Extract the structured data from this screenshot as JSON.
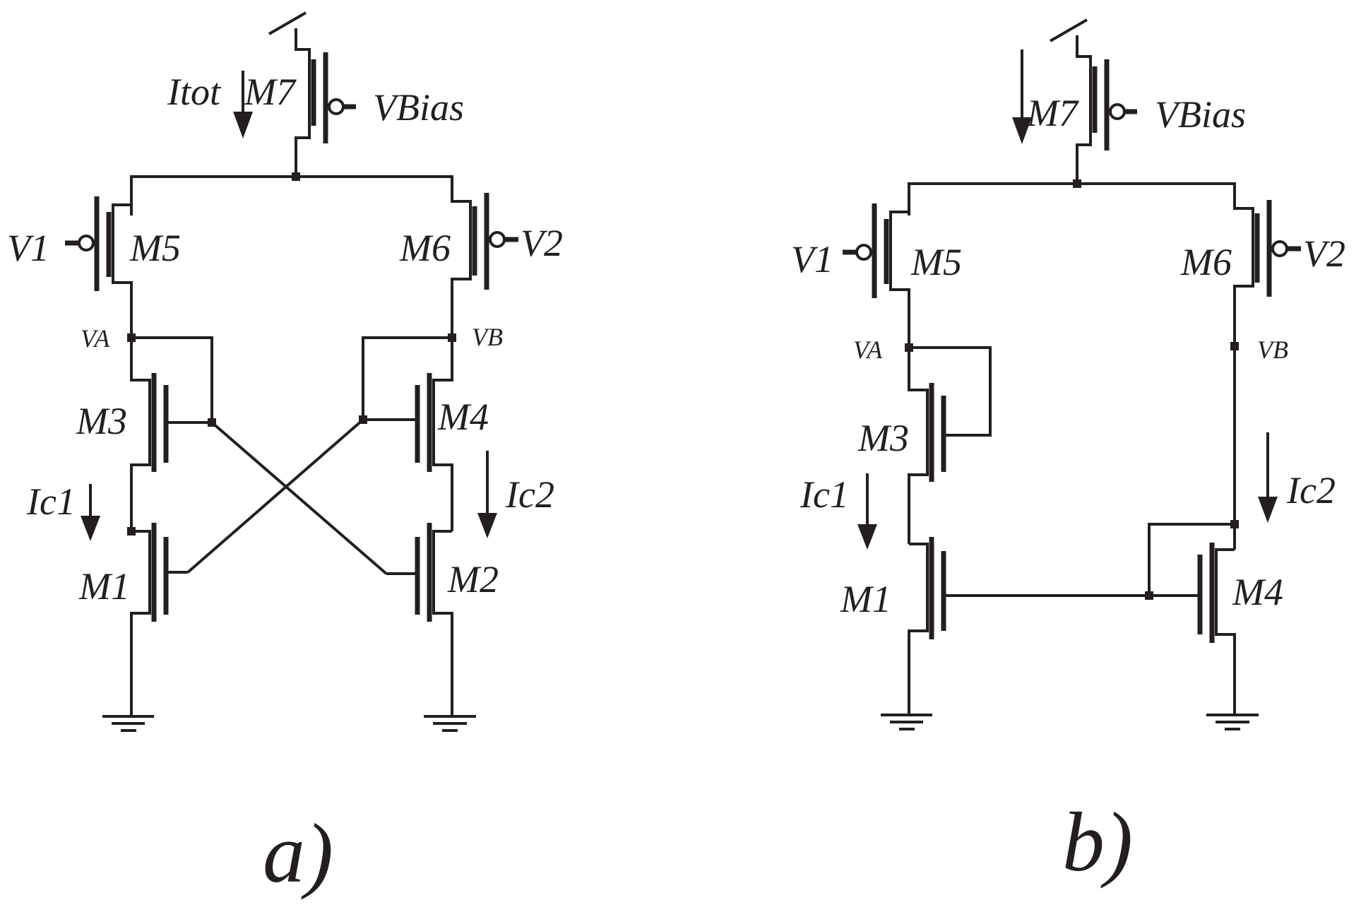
{
  "diagram_a": {
    "caption": "a)",
    "labels": {
      "itot": "Itot",
      "m7": "M7",
      "vbias": "VBias",
      "v1": "V1",
      "m5": "M5",
      "m6": "M6",
      "v2": "V2",
      "va": "VA",
      "vb": "VB",
      "m3": "M3",
      "m4": "M4",
      "ic1": "Ic1",
      "ic2": "Ic2",
      "m1": "M1",
      "m2": "M2"
    }
  },
  "diagram_b": {
    "caption": "b)",
    "labels": {
      "m7": "M7",
      "vbias": "VBias",
      "v1": "V1",
      "m5": "M5",
      "m6": "M6",
      "v2": "V2",
      "va": "VA",
      "vb": "VB",
      "m3": "M3",
      "ic1": "Ic1",
      "ic2": "Ic2",
      "m1": "M1",
      "m4": "M4"
    }
  },
  "colors": {
    "ink": "#231f20",
    "background": "#ffffff"
  }
}
